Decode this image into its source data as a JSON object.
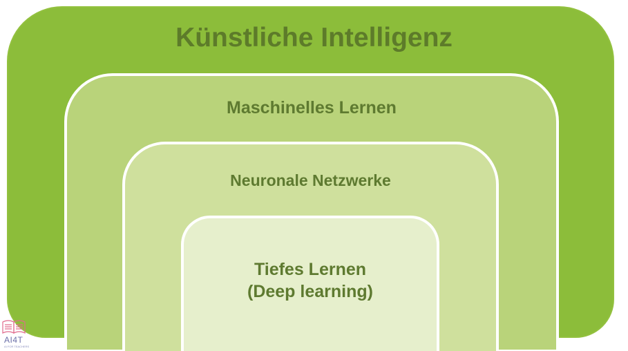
{
  "diagram": {
    "levels": [
      {
        "label": "Künstliche Intelligenz"
      },
      {
        "label": "Maschinelles Lernen"
      },
      {
        "label": "Neuronale Netzwerke"
      },
      {
        "label_line1": "Tiefes Lernen",
        "label_line2": "(Deep learning)"
      }
    ]
  },
  "logo": {
    "text": "AI4T",
    "subtext": "AI FOR TEACHERS",
    "icon": "open-book-icon"
  },
  "colors": {
    "outer": "#8cbd3a",
    "level2": "#b9d37a",
    "level3": "#cfe09d",
    "level4": "#e6efcc",
    "text": "#5e7a30"
  }
}
